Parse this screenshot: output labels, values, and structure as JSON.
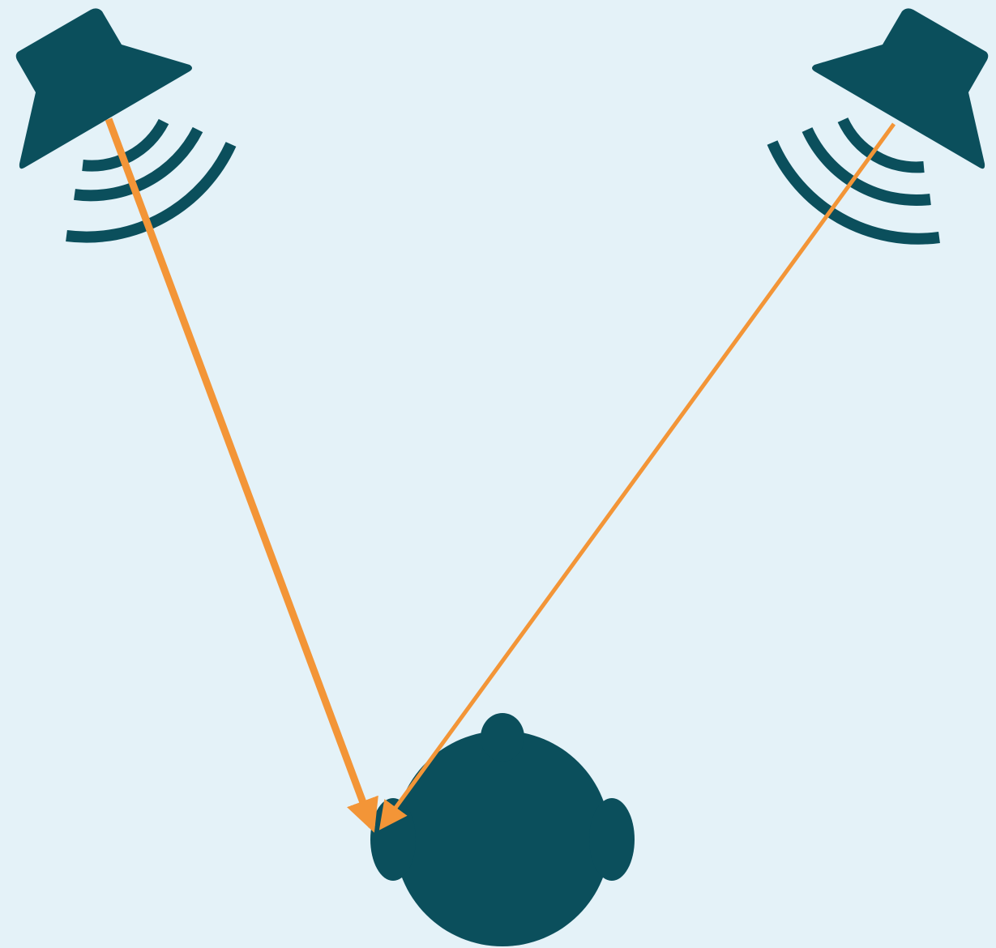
{
  "colors": {
    "background": "#e4f2f8",
    "figure": "#0b4f5c",
    "arrow": "#f39537"
  },
  "icons": {
    "left_speaker": "speaker-icon",
    "right_speaker": "speaker-icon",
    "listener": "listener-head-icon"
  },
  "arrows": [
    {
      "from": "left-speaker",
      "to": "listener-left-ear",
      "weight": "thick"
    },
    {
      "from": "right-speaker",
      "to": "listener-left-ear",
      "weight": "thin"
    }
  ]
}
